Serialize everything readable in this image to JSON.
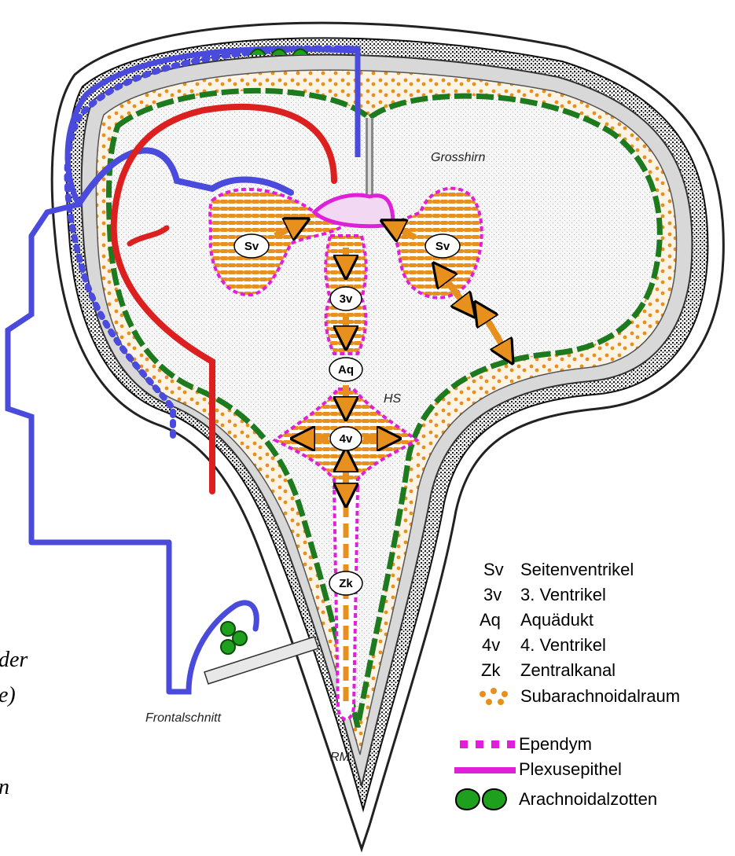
{
  "diagram": {
    "region_labels": {
      "grosshirn": "Grosshirn",
      "hs": "HS",
      "rm": "RM",
      "frontalschnitt": "Frontalschnitt"
    },
    "bubbles": {
      "sv_left": "Sv",
      "sv_right": "Sv",
      "v3": "3v",
      "aq": "Aq",
      "v4": "4v",
      "zk": "Zk"
    },
    "cropped_side_text": {
      "line1": "der",
      "line2": "e)",
      "line3": "n"
    }
  },
  "legend": {
    "abbreviations": [
      {
        "abbr": "Sv",
        "label": "Seitenventrikel"
      },
      {
        "abbr": "3v",
        "label": "3. Ventrikel"
      },
      {
        "abbr": "Aq",
        "label": "Aquädukt"
      },
      {
        "abbr": "4v",
        "label": "4. Ventrikel"
      },
      {
        "abbr": "Zk",
        "label": "Zentralkanal"
      }
    ],
    "symbols": {
      "subarachnoid": "Subarachnoidalraum",
      "ependym": "Ependym",
      "plexus": "Plexusepithel",
      "arachnoid": "Arachnoidalzotten"
    }
  },
  "colors": {
    "csf_orange": "#e8901e",
    "ependym_magenta": "#e020d8",
    "pia_green": "#1e7a1e",
    "arachnoid_green": "#1ea01e",
    "vein_blue": "#4a4adc",
    "artery_red": "#dc2020",
    "bone_black": "#1a1a1a"
  }
}
